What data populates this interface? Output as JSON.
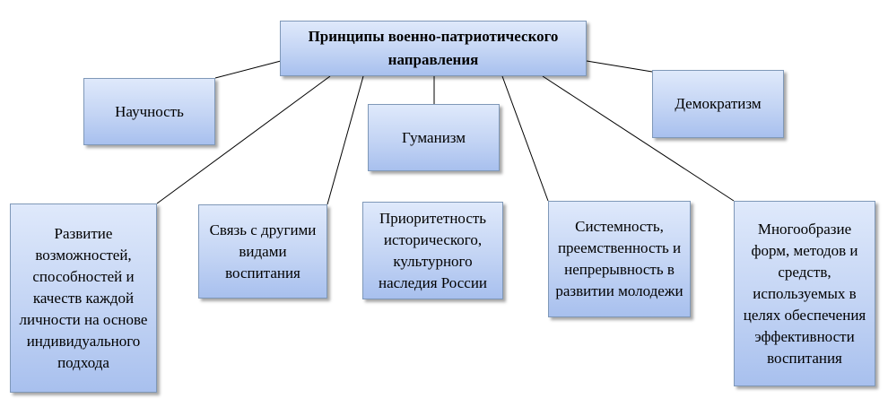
{
  "diagram": {
    "title": "Принципы военно-патриотического направления",
    "upper_principles": [
      "Научность",
      "Гуманизм",
      "Демократизм"
    ],
    "lower_principles": [
      "Развитие возможностей, способностей и качеств каждой личности на основе индивидуального подхода",
      "Связь с другими видами воспитания",
      "Приоритетность исторического, культурного наследия России",
      "Системность, преемственность и непрерывность в развитии молодежи",
      "Многообразие форм, методов и средств, используемых в целях обеспечения эффективности воспитания"
    ]
  }
}
